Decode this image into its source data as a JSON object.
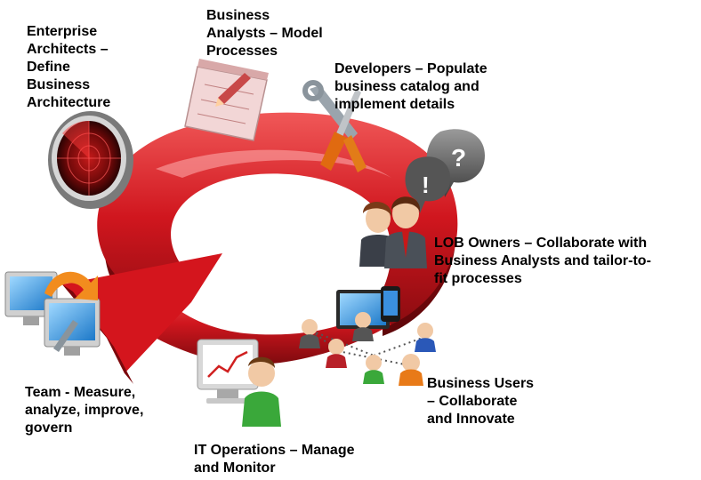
{
  "labels": {
    "enterprise_architects": "Enterprise\nArchitects –\nDefine\nBusiness\nArchitecture",
    "business_analysts": "Business\nAnalysts – Model\nProcesses",
    "developers": "Developers – Populate\nbusiness catalog and\nimplement details",
    "lob_owners": "LOB Owners – Collaborate with\nBusiness Analysts and tailor-to-\nfit processes",
    "business_users": "Business Users\n– Collaborate\nand Innovate",
    "it_operations": "IT Operations – Manage\nand Monitor",
    "team": "Team - Measure,\nanalyze, improve,\ngovern"
  },
  "icons": {
    "radar": "radar-icon",
    "document": "process-document-icon",
    "tools": "screwdriver-wrench-icon",
    "speech": "speech-bubbles-icon",
    "owners": "business-people-icon",
    "network": "user-network-icon",
    "monitor": "monitor-chart-icon",
    "team": "computers-refresh-icon"
  },
  "colors": {
    "cycle_red": "#c8141c",
    "cycle_dark": "#8a0a10",
    "cycle_light": "#f06060"
  }
}
